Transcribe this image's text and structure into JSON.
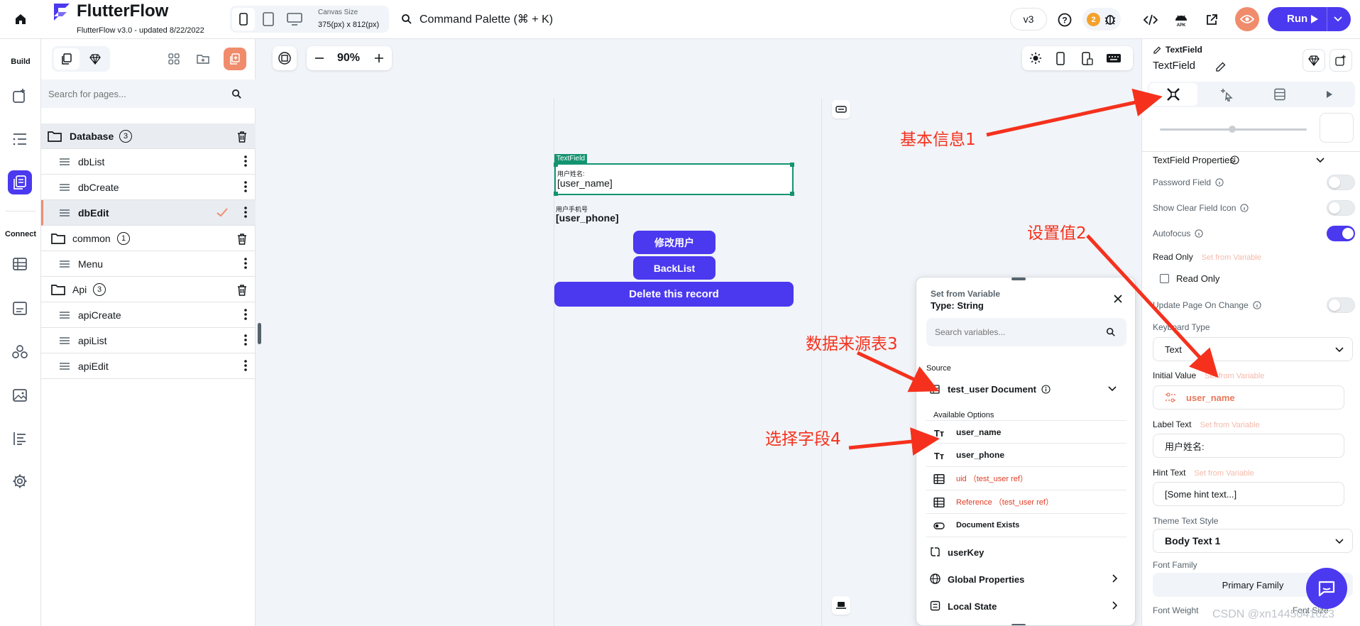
{
  "app": {
    "name": "FlutterFlow",
    "version": "FlutterFlow v3.0 - updated 8/22/2022",
    "canvas_size_label": "Canvas Size",
    "canvas_size_value": "375(px) x 812(px)",
    "command_palette": "Command Palette (⌘ + K)",
    "version_badge": "v3",
    "notif_count": "2",
    "run_label": "Run"
  },
  "rail": {
    "build_label": "Build",
    "connect_label": "Connect"
  },
  "tree": {
    "search_placeholder": "Search for pages...",
    "folders": [
      {
        "name": "Database",
        "count": "3"
      },
      {
        "name": "common",
        "count": "1"
      },
      {
        "name": "Api",
        "count": "3"
      }
    ],
    "pages": [
      "dbList",
      "dbCreate",
      "dbEdit",
      "Menu",
      "apiCreate",
      "apiList",
      "apiEdit"
    ]
  },
  "canvas": {
    "zoom": "90%",
    "widget_tag": "TextField",
    "field1_label": "用户姓名:",
    "field1_value": "[user_name]",
    "field2_label": "用户手机号",
    "field2_value": "[user_phone]",
    "btn_edit": "修改用户",
    "btn_back": "BackList",
    "btn_delete": "Delete this record"
  },
  "popup": {
    "title": "Set from Variable",
    "type": "Type: String",
    "search_placeholder": "Search variables...",
    "source_label": "Source",
    "source_name": "test_user Document",
    "available_label": "Available Options",
    "options": [
      {
        "label": "user_name",
        "icon": "text-type-icon",
        "color": "#14181b"
      },
      {
        "label": "user_phone",
        "icon": "text-type-icon",
        "color": "#14181b"
      },
      {
        "label": "uid （test_user ref）",
        "icon": "table-icon",
        "color": "#e03b24"
      },
      {
        "label": "Reference （test_user ref）",
        "icon": "table-icon",
        "color": "#e03b24"
      },
      {
        "label": "Document Exists",
        "icon": "toggle-icon",
        "color": "#14181b"
      }
    ],
    "user_key": "userKey",
    "global_properties": "Global Properties",
    "local_state": "Local State"
  },
  "panel": {
    "widget_type": "TextField",
    "widget_name": "TextField",
    "section_title": "TextField Properties",
    "password_field": "Password Field",
    "show_clear_icon": "Show Clear Field Icon",
    "autofocus": "Autofocus",
    "read_only": "Read Only",
    "set_from_variable": "Set from Variable",
    "read_only_checkbox": "Read Only",
    "update_page": "Update Page On Change",
    "keyboard_type": "Keyboard Type",
    "keyboard_value": "Text",
    "initial_value": "Initial Value",
    "initial_value_var": "user_name",
    "label_text": "Label Text",
    "label_text_value": "用户姓名:",
    "hint_text": "Hint Text",
    "hint_text_value": "[Some hint text...]",
    "theme_text_style": "Theme Text Style",
    "theme_text_value": "Body Text 1",
    "font_family": "Font Family",
    "font_family_value": "Primary Family",
    "font_weight": "Font Weight",
    "font_size": "Font Size"
  },
  "annotations": {
    "a1": "基本信息1",
    "a2": "设置值2",
    "a3": "数据来源表3",
    "a4": "选择字段4"
  },
  "watermark": "CSDN @xn1445041623",
  "colors": {
    "primary": "#4b39ef",
    "accent": "#f08c6c",
    "teal": "#139471",
    "annotation": "#f5311d"
  }
}
